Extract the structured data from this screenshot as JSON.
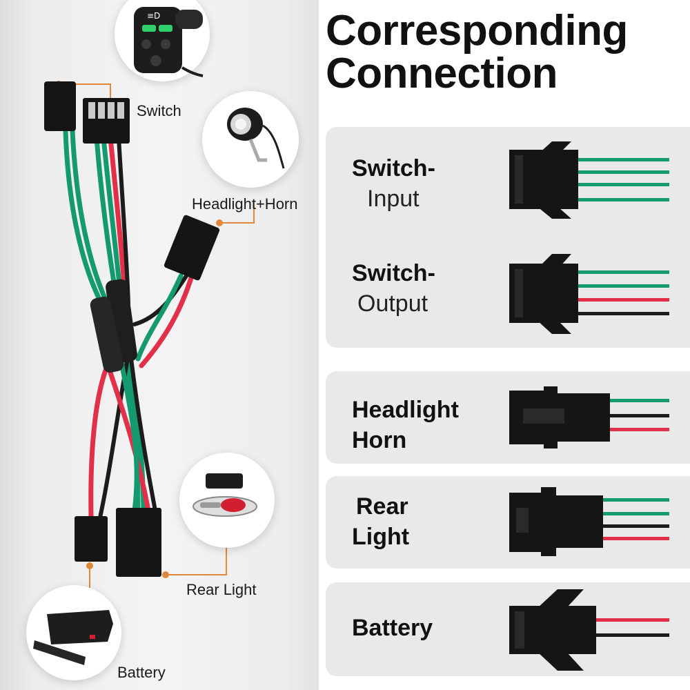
{
  "title": {
    "line1": "Corresponding",
    "line2": "Connection"
  },
  "photo_labels": {
    "switch": "Switch",
    "headlight_horn": "Headlight+Horn",
    "rear_light": "Rear Light",
    "battery": "Battery"
  },
  "switch_button_text": "≡D",
  "colors": {
    "green_wire": "#159a70",
    "red_wire": "#e2304a",
    "black_wire": "#1c1c1c",
    "connector": "#151515",
    "card_background": "#e9e9e9",
    "callout_line": "#e0873a"
  },
  "connections": [
    {
      "id": "switch-input",
      "line1": "Switch-",
      "line2": "Input",
      "wires": [
        "green",
        "green",
        "green",
        "green"
      ]
    },
    {
      "id": "switch-output",
      "line1": "Switch-",
      "line2": "Output",
      "wires": [
        "green",
        "green",
        "red",
        "black"
      ]
    },
    {
      "id": "headlight-horn",
      "line1": "Headlight",
      "line2": "Horn",
      "wires": [
        "green",
        "black",
        "red"
      ]
    },
    {
      "id": "rear-light",
      "line1": "Rear",
      "line2": "Light",
      "wires": [
        "green",
        "green",
        "black",
        "red"
      ]
    },
    {
      "id": "battery",
      "line1": "Battery",
      "wires": [
        "red",
        "black"
      ]
    }
  ]
}
